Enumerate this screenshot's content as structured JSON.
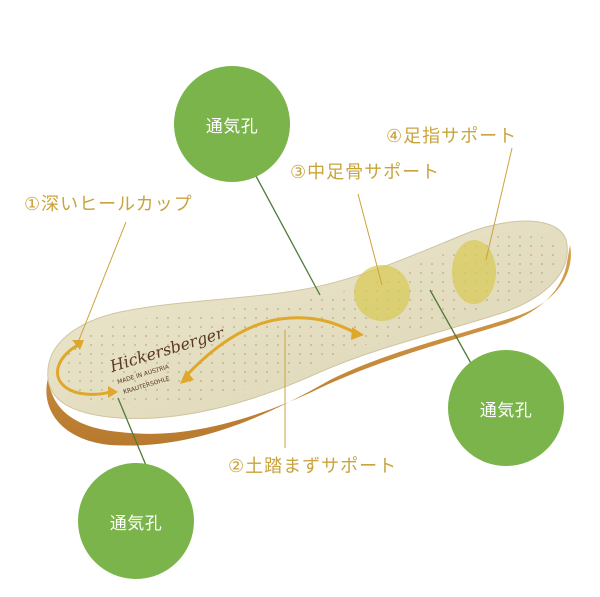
{
  "callouts": {
    "heel_cup": "①深いヒールカップ",
    "arch_support": "②土踏まずサポート",
    "metatarsal_support": "③中足骨サポート",
    "toe_support": "④足指サポート"
  },
  "vent_label": "通気孔",
  "brand": {
    "logo_text": "Hickersberger",
    "sub_text": "MADE IN AUSTRIA",
    "sub_text2": "KRAUTERSOHLE"
  },
  "colors": {
    "green_circle": "#7ab44a",
    "callout_gold": "#c9a43c",
    "line_green": "#4f7a3a",
    "insole_top": "#e8e2c6",
    "cork": "#c98e3c"
  }
}
